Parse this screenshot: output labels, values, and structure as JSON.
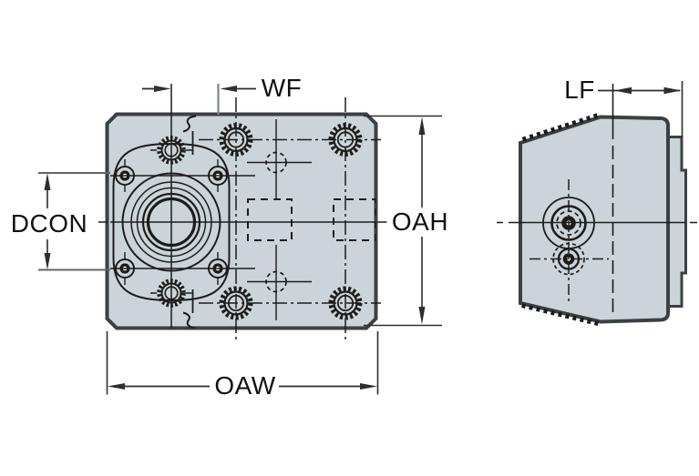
{
  "dimensions": {
    "wf": "WF",
    "lf": "LF",
    "dcon": "DCON",
    "oah": "OAH",
    "oaw": "OAW"
  },
  "colors": {
    "background": "#ffffff",
    "body_fill": "#cbd4d9",
    "edge": "#3a4044",
    "line": "#1c1c1c",
    "dim": "#2e2e2e",
    "gray_line": "#7d868b",
    "dim_gray": "#5f6568",
    "text": "#111111"
  }
}
